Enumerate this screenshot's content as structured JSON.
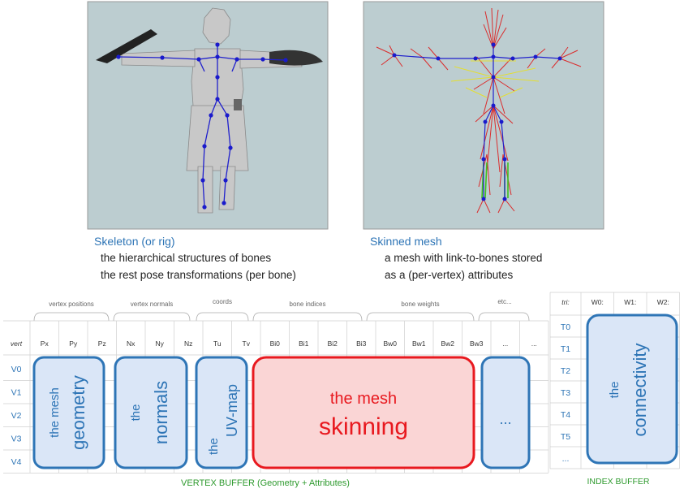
{
  "left_panel": {
    "title": "Skeleton (or rig)",
    "lines": [
      "the hierarchical structures of bones",
      "the rest pose transformations (per bone)"
    ]
  },
  "right_panel": {
    "title": "Skinned mesh",
    "lines": [
      "a mesh with link-to-bones stored",
      "as a (per-vertex) attributes"
    ]
  },
  "vertex_table": {
    "corner": "vert",
    "groups": [
      "vertex positions",
      "vertex normals",
      "coords",
      "bone indices",
      "bone weights",
      "etc..."
    ],
    "columns": [
      "Px",
      "Py",
      "Pz",
      "Nx",
      "Ny",
      "Nz",
      "Tu",
      "Tv",
      "Bi0",
      "Bi1",
      "Bi2",
      "Bi3",
      "Bw0",
      "Bw1",
      "Bw2",
      "Bw3",
      "...",
      "..."
    ],
    "rows": [
      "V0",
      "V1",
      "V2",
      "V3",
      "V4"
    ],
    "boxes": {
      "geometry": {
        "small": "the mesh",
        "big": "geometry"
      },
      "normals": {
        "small": "the",
        "big": "normals"
      },
      "uvmap": {
        "small": "the",
        "big": "UV-map"
      },
      "skinning": {
        "small": "the mesh",
        "big": "skinning"
      },
      "etc": {
        "big": "..."
      }
    },
    "footer": "VERTEX BUFFER (Geometry + Attributes)"
  },
  "index_table": {
    "corner": "tri:",
    "columns": [
      "W0:",
      "W1:",
      "W2:"
    ],
    "rows": [
      "T0",
      "T1",
      "T2",
      "T3",
      "T4",
      "T5",
      "..."
    ],
    "box": {
      "small": "the",
      "big": "connectivity"
    },
    "footer": "INDEX BUFFER"
  },
  "colors": {
    "blue": "#2e75b6",
    "red": "#e8191f",
    "box_fill_blue": "#dae6f7",
    "box_fill_red": "#fad5d5",
    "green_label": "#2e9a2e",
    "viewport_bg": "#bccdd0"
  }
}
